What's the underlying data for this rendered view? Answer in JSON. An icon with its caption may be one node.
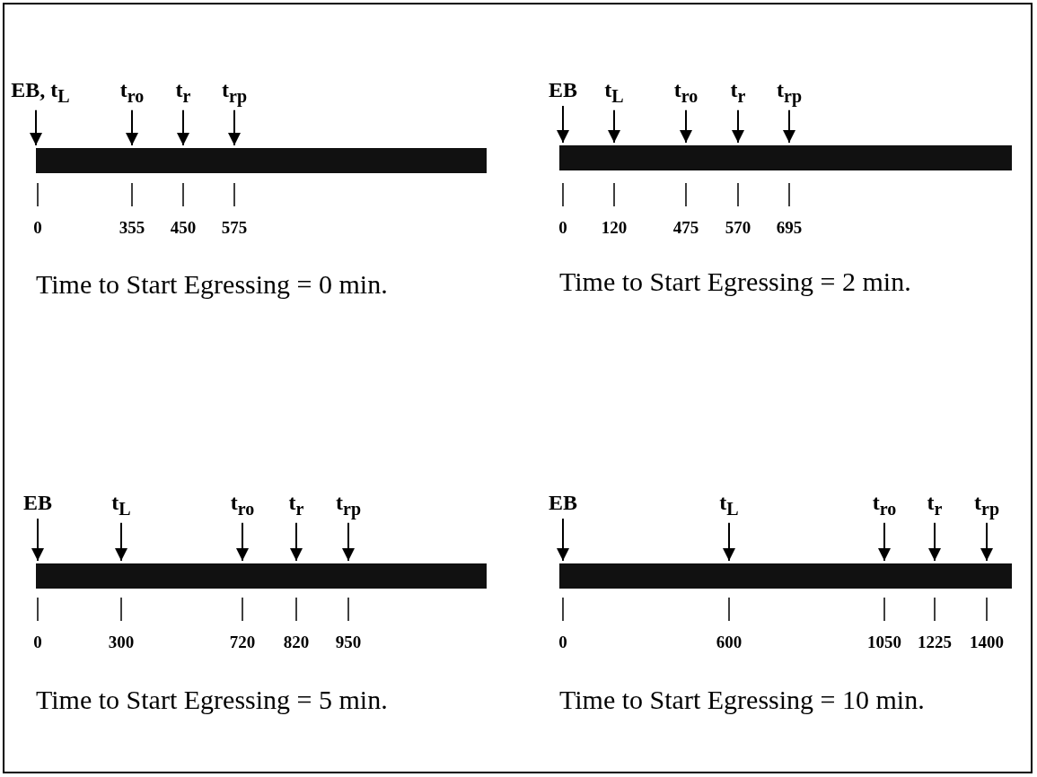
{
  "diagram": {
    "nodes": [
      {
        "text": [
          "EB, t$_{L}$"
        ]
      },
      {
        "text": [
          "t$_{ro}$"
        ]
      },
      {
        "text": [
          "t$_{r}$"
        ]
      },
      {
        "text": [
          "t$_{rp}$"
        ]
      },
      {
        "text": [],
        "shape": "bar",
        "beside": [
          "Time to Start Egressing = 0 min."
        ]
      },
      {
        "text": [
          "EB"
        ]
      },
      {
        "text": [
          "t$_{L}$"
        ]
      },
      {
        "text": [
          "t$_{ro}$"
        ]
      },
      {
        "text": [
          "t$_{r}$"
        ]
      },
      {
        "text": [
          "t$_{rp}$"
        ]
      },
      {
        "text": [],
        "shape": "bar",
        "beside": [
          "Time to Start Egressing = 2 min."
        ]
      },
      {
        "text": [
          "EB"
        ]
      },
      {
        "text": [
          "t$_{L}$"
        ]
      },
      {
        "text": [
          "t$_{ro}$"
        ]
      },
      {
        "text": [
          "t$_{r}$"
        ]
      },
      {
        "text": [
          "t$_{rp}$"
        ]
      },
      {
        "text": [],
        "shape": "bar",
        "beside": [
          "Time to Start Egressing = 5 min."
        ]
      },
      {
        "text": [
          "EB"
        ]
      },
      {
        "text": [
          "t$_{L}$"
        ]
      },
      {
        "text": [
          "t$_{ro}$"
        ]
      },
      {
        "text": [
          "t$_{r}$"
        ]
      },
      {
        "text": [
          "t$_{rp}$"
        ]
      },
      {
        "text": [],
        "shape": "bar",
        "beside": [
          "Time to Start Egressing = 10 min."
        ]
      }
    ],
    "edges": [
      {
        "from": 0,
        "to": 4,
        "arrow": "to"
      },
      {
        "from": 1,
        "to": 4,
        "arrow": "to"
      },
      {
        "from": 2,
        "to": 4,
        "arrow": "to"
      },
      {
        "from": 3,
        "to": 4,
        "arrow": "to"
      },
      {
        "from": 5,
        "to": 10,
        "arrow": "to"
      },
      {
        "from": 6,
        "to": 10,
        "arrow": "to"
      },
      {
        "from": 7,
        "to": 10,
        "arrow": "to"
      },
      {
        "from": 8,
        "to": 10,
        "arrow": "to"
      },
      {
        "from": 9,
        "to": 10,
        "arrow": "to"
      },
      {
        "from": 11,
        "to": 16,
        "arrow": "to"
      },
      {
        "from": 12,
        "to": 16,
        "arrow": "to"
      },
      {
        "from": 13,
        "to": 16,
        "arrow": "to"
      },
      {
        "from": 14,
        "to": 16,
        "arrow": "to"
      },
      {
        "from": 15,
        "to": 16,
        "arrow": "to"
      },
      {
        "from": 17,
        "to": 22,
        "arrow": "to"
      },
      {
        "from": 18,
        "to": 22,
        "arrow": "to"
      },
      {
        "from": 19,
        "to": 22,
        "arrow": "to"
      },
      {
        "from": 20,
        "to": 22,
        "arrow": "to"
      },
      {
        "from": 21,
        "to": 22,
        "arrow": "to"
      }
    ],
    "labels": [
      "0",
      "355",
      "450",
      "575",
      "0",
      "120",
      "475",
      "570",
      "695",
      "0",
      "300",
      "720",
      "820",
      "950",
      "0",
      "600",
      "1050",
      "1225",
      "1400"
    ]
  }
}
